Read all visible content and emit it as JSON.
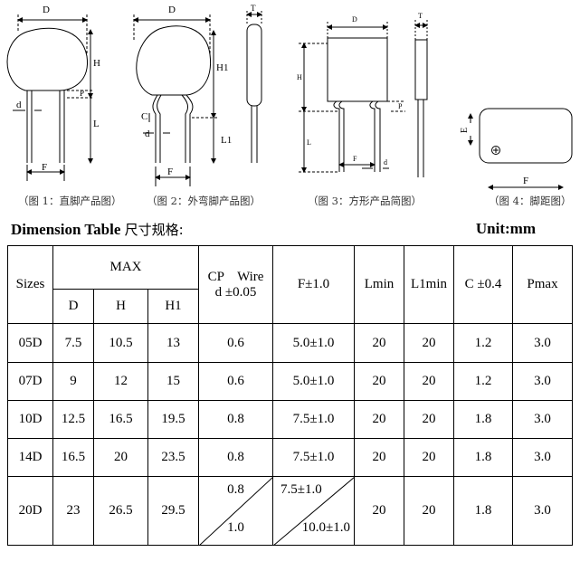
{
  "figures": {
    "fig1": {
      "caption": "（图 1：直脚产品图）",
      "labels": {
        "D": "D",
        "H": "H",
        "P": "P",
        "d": "d",
        "L": "L",
        "F": "F"
      }
    },
    "fig2": {
      "caption": "（图 2：外弯脚产品图）",
      "labels": {
        "D": "D",
        "T": "T",
        "H1": "H1",
        "C": "C",
        "d": "d",
        "L1": "L1",
        "F": "F"
      }
    },
    "fig3": {
      "caption": "（图 3：方形产品简图）",
      "labels": {
        "D": "D",
        "T": "T",
        "H": "H",
        "P": "P",
        "L": "L",
        "F": "F",
        "d": "d"
      }
    },
    "fig4": {
      "caption": "（图 4：脚距图）",
      "labels": {
        "E": "E",
        "F": "F"
      }
    }
  },
  "title": {
    "main": "Dimension Table ",
    "cn": "尺寸规格:",
    "unit": "Unit:mm"
  },
  "table": {
    "headers": {
      "sizes": "Sizes",
      "max": "MAX",
      "d": "D",
      "h": "H",
      "h1": "H1",
      "cp": "CP    Wire",
      "cp2": "d ±0.05",
      "f": "F±1.0",
      "lmin": "Lmin",
      "l1min": "L1min",
      "c": "C ±0.4",
      "pmax": "Pmax"
    },
    "rows": [
      {
        "size": "05D",
        "d": "7.5",
        "h": "10.5",
        "h1": "13",
        "wire": "0.6",
        "f": "5.0±1.0",
        "lmin": "20",
        "l1min": "20",
        "c": "1.2",
        "pmax": "3.0"
      },
      {
        "size": "07D",
        "d": "9",
        "h": "12",
        "h1": "15",
        "wire": "0.6",
        "f": "5.0±1.0",
        "lmin": "20",
        "l1min": "20",
        "c": "1.2",
        "pmax": "3.0"
      },
      {
        "size": "10D",
        "d": "12.5",
        "h": "16.5",
        "h1": "19.5",
        "wire": "0.8",
        "f": "7.5±1.0",
        "lmin": "20",
        "l1min": "20",
        "c": "1.8",
        "pmax": "3.0"
      },
      {
        "size": "14D",
        "d": "16.5",
        "h": "20",
        "h1": "23.5",
        "wire": "0.8",
        "f": "7.5±1.0",
        "lmin": "20",
        "l1min": "20",
        "c": "1.8",
        "pmax": "3.0"
      },
      {
        "size": "20D",
        "d": "23",
        "h": "26.5",
        "h1": "29.5",
        "wire_a": "0.8",
        "wire_b": "1.0",
        "f_a": "7.5±1.0",
        "f_b": "10.0±1.0",
        "lmin": "20",
        "l1min": "20",
        "c": "1.8",
        "pmax": "3.0"
      }
    ]
  }
}
